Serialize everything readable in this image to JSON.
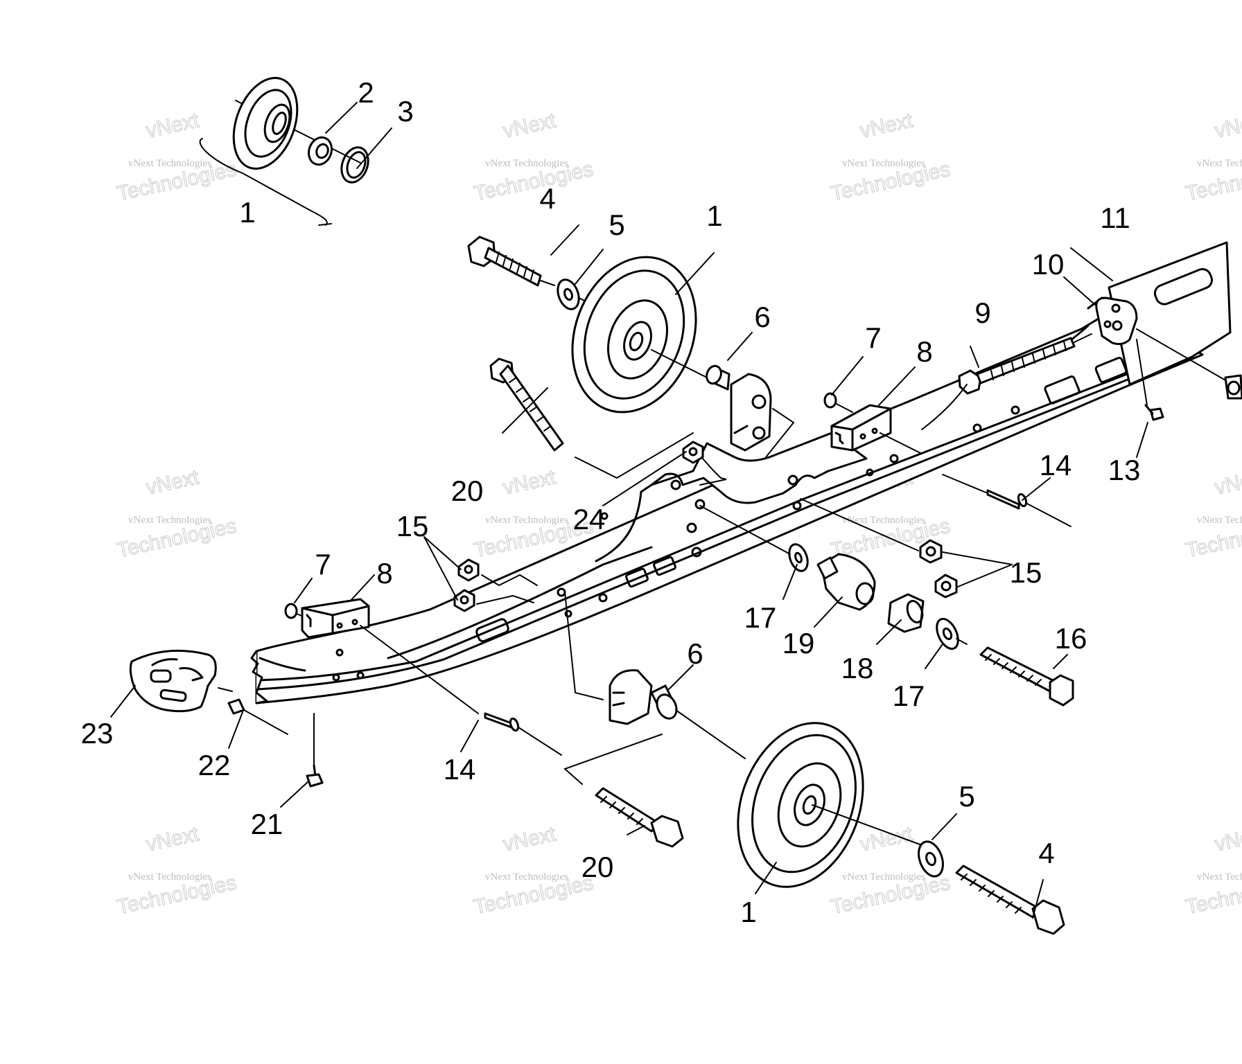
{
  "labels": [
    {
      "id": "l1a",
      "text": "1"
    },
    {
      "id": "l2",
      "text": "2"
    },
    {
      "id": "l3",
      "text": "3"
    },
    {
      "id": "l4a",
      "text": "4"
    },
    {
      "id": "l5a",
      "text": "5"
    },
    {
      "id": "l1b",
      "text": "1"
    },
    {
      "id": "l11",
      "text": "11"
    },
    {
      "id": "l10",
      "text": "10"
    },
    {
      "id": "l6a",
      "text": "6"
    },
    {
      "id": "l9",
      "text": "9"
    },
    {
      "id": "l7a",
      "text": "7"
    },
    {
      "id": "l8a",
      "text": "8"
    },
    {
      "id": "l13",
      "text": "13"
    },
    {
      "id": "l14a",
      "text": "14"
    },
    {
      "id": "l20a",
      "text": "20"
    },
    {
      "id": "l24",
      "text": "24"
    },
    {
      "id": "l15a",
      "text": "15"
    },
    {
      "id": "l15b",
      "text": "15"
    },
    {
      "id": "l7b",
      "text": "7"
    },
    {
      "id": "l8b",
      "text": "8"
    },
    {
      "id": "l17a",
      "text": "17"
    },
    {
      "id": "l19",
      "text": "19"
    },
    {
      "id": "l16",
      "text": "16"
    },
    {
      "id": "l18",
      "text": "18"
    },
    {
      "id": "l17b",
      "text": "17"
    },
    {
      "id": "l6b",
      "text": "6"
    },
    {
      "id": "l23",
      "text": "23"
    },
    {
      "id": "l22",
      "text": "22"
    },
    {
      "id": "l14b",
      "text": "14"
    },
    {
      "id": "l21",
      "text": "21"
    },
    {
      "id": "l20b",
      "text": "20"
    },
    {
      "id": "l5b",
      "text": "5"
    },
    {
      "id": "l4b",
      "text": "4"
    },
    {
      "id": "l1c",
      "text": "1"
    }
  ],
  "watermark": {
    "line1": "vNext",
    "line2": "vNext Technologies",
    "line3": "Technologies"
  }
}
